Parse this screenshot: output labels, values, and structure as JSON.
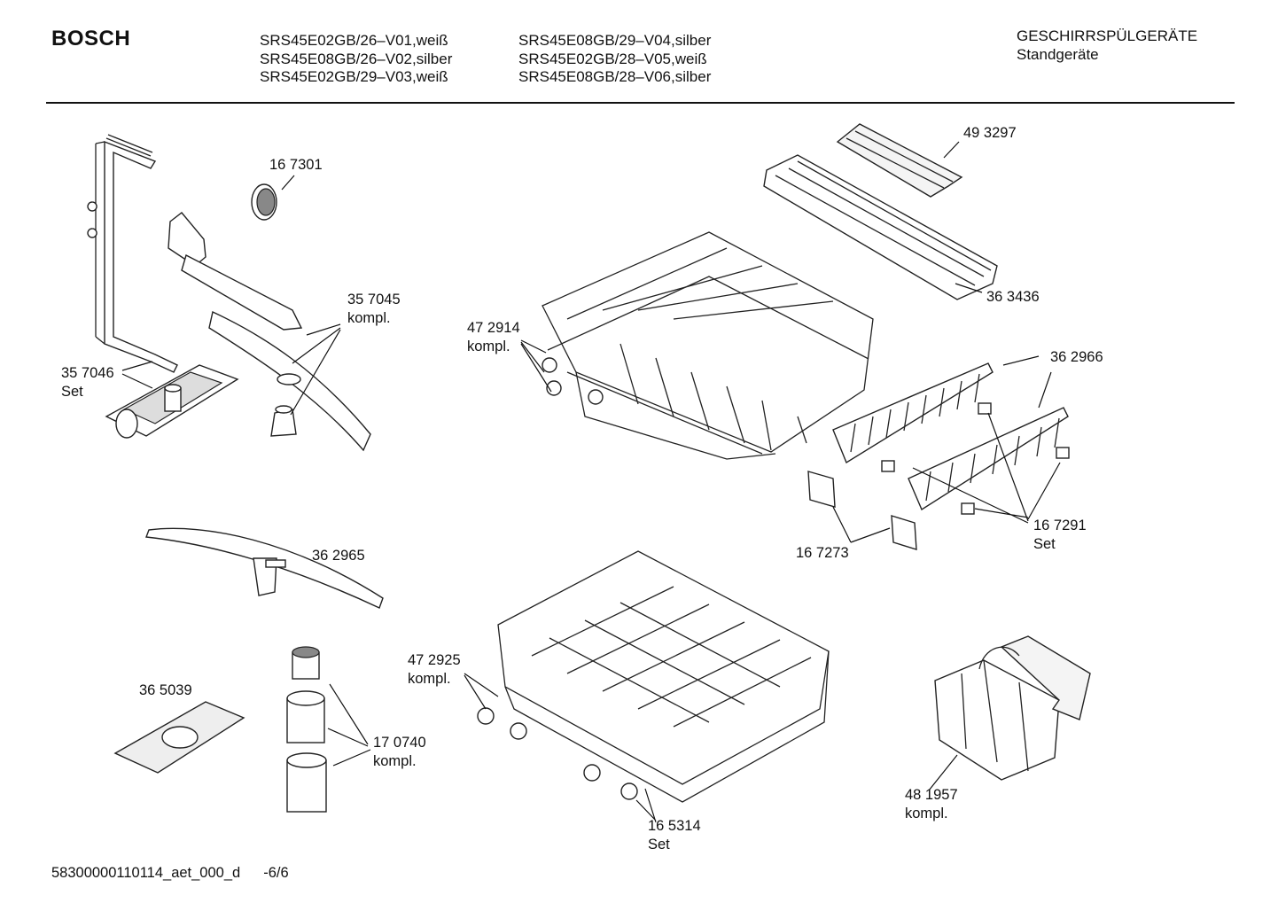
{
  "header": {
    "brand": "BOSCH",
    "models_col1": [
      "SRS45E02GB/26–V01,weiß",
      "SRS45E08GB/26–V02,silber",
      "SRS45E02GB/29–V03,weiß"
    ],
    "models_col2": [
      "SRS45E08GB/29–V04,silber",
      "SRS45E02GB/28–V05,weiß",
      "SRS45E08GB/28–V06,silber"
    ],
    "category": "GESCHIRRSPÜLGERÄTE",
    "subcategory": "Standgeräte"
  },
  "parts": [
    {
      "number": "16 7301",
      "note": ""
    },
    {
      "number": "35 7045",
      "note": "kompl."
    },
    {
      "number": "35 7046",
      "note": "Set"
    },
    {
      "number": "49 3297",
      "note": ""
    },
    {
      "number": "36 3436",
      "note": ""
    },
    {
      "number": "47 2914",
      "note": "kompl."
    },
    {
      "number": "36 2966",
      "note": ""
    },
    {
      "number": "16 7291",
      "note": "Set"
    },
    {
      "number": "16 7273",
      "note": ""
    },
    {
      "number": "36 2965",
      "note": ""
    },
    {
      "number": "36 5039",
      "note": ""
    },
    {
      "number": "17 0740",
      "note": "kompl."
    },
    {
      "number": "47 2925",
      "note": "kompl."
    },
    {
      "number": "16 5314",
      "note": "Set"
    },
    {
      "number": "48 1957",
      "note": "kompl."
    }
  ],
  "footer": {
    "doc_id": "58300000110114_aet_000_d",
    "page": "-6/6"
  }
}
